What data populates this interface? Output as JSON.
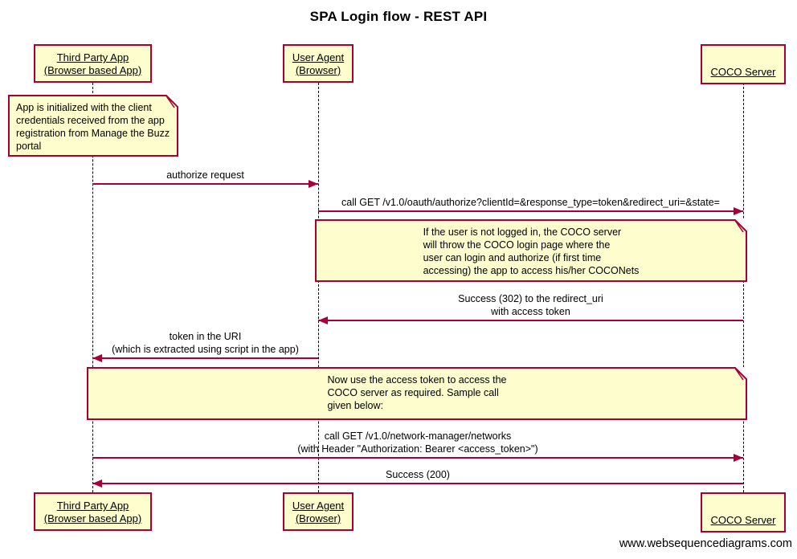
{
  "title": "SPA Login flow - REST API",
  "footer": "www.websequencediagrams.com",
  "colors": {
    "accent": "#A80036",
    "note_fill": "#FDFDCE",
    "background": "#FFFFFF",
    "text": "#000000"
  },
  "icons": {
    "note_fold": "folded-corner"
  },
  "actors": [
    {
      "id": "third-party-app",
      "lines": [
        "Third Party App",
        "(Browser based App)"
      ]
    },
    {
      "id": "user-agent",
      "lines": [
        "User Agent",
        "(Browser)"
      ]
    },
    {
      "id": "coco-server",
      "lines": [
        "COCO Server"
      ]
    }
  ],
  "notes": [
    {
      "over": "third-party-app",
      "lines": [
        "App is initialized with the client",
        "credentials received from the app",
        "registration from Manage the Buzz",
        "portal"
      ]
    },
    {
      "over": "user-agent,coco-server",
      "lines": [
        "If the user is not logged in, the COCO server",
        "will throw the COCO login page where the",
        "user can login and authorize (if first time",
        "accessing) the app to access his/her COCONets"
      ]
    },
    {
      "over": "third-party-app,coco-server",
      "lines": [
        "Now use the access token to access the",
        "COCO server as required. Sample call",
        "given below:"
      ]
    }
  ],
  "messages": [
    {
      "from": "third-party-app",
      "to": "user-agent",
      "direction": "right",
      "lines": [
        "authorize request"
      ]
    },
    {
      "from": "user-agent",
      "to": "coco-server",
      "direction": "right",
      "lines": [
        "call GET /v1.0/oauth/authorize?clientId=&response_type=token&redirect_uri=&state="
      ]
    },
    {
      "from": "coco-server",
      "to": "user-agent",
      "direction": "left",
      "lines": [
        "Success (302) to the redirect_uri",
        "with access token"
      ]
    },
    {
      "from": "user-agent",
      "to": "third-party-app",
      "direction": "left",
      "lines": [
        "token in the URI",
        "(which is extracted using script in the app)"
      ]
    },
    {
      "from": "third-party-app",
      "to": "coco-server",
      "direction": "right",
      "lines": [
        "call GET /v1.0/network-manager/networks",
        "(with Header \"Authorization: Bearer <access_token>\")"
      ]
    },
    {
      "from": "coco-server",
      "to": "third-party-app",
      "direction": "left",
      "lines": [
        "Success (200)"
      ]
    }
  ]
}
